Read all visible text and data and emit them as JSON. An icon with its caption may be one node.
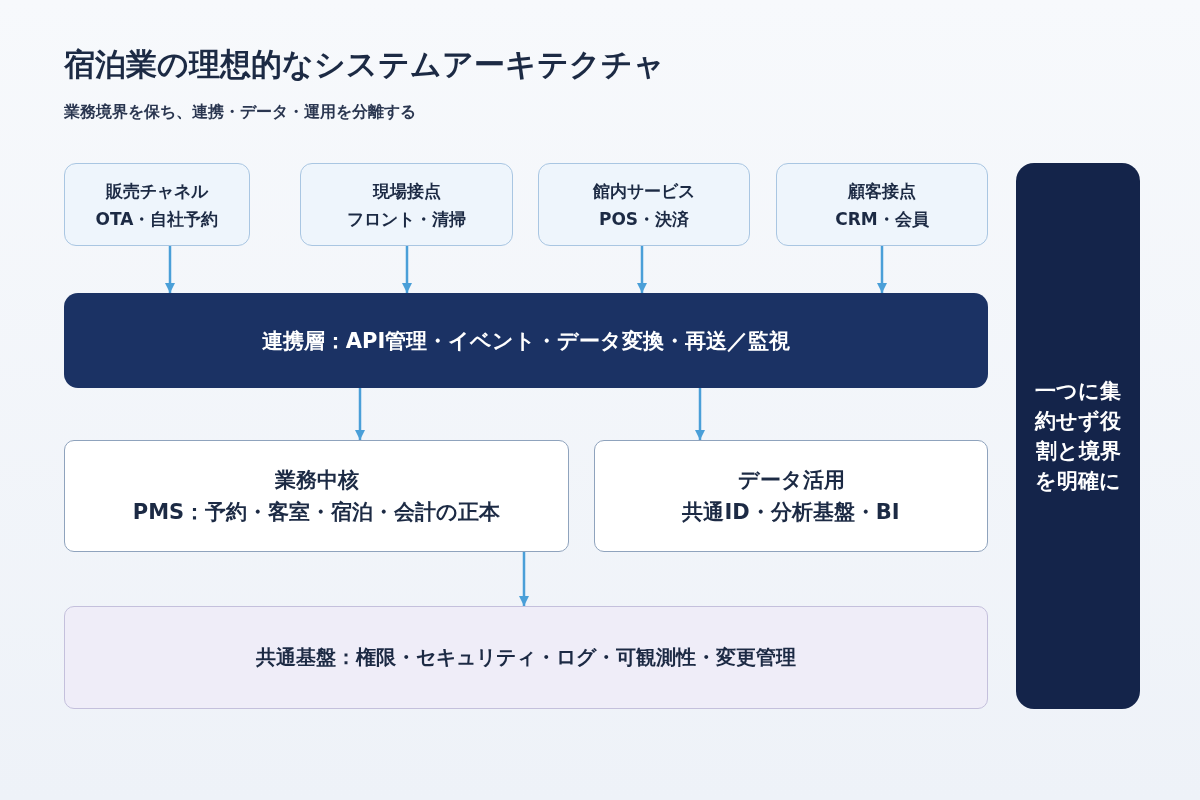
{
  "diagram": {
    "title": "宿泊業の理想的なシステムアーキテクチャ",
    "nodes": [
      {
        "text": [
          "販売チャネル",
          "OTA・自社予約"
        ]
      },
      {
        "text": [
          "現場接点",
          "フロント・清掃"
        ]
      },
      {
        "text": [
          "館内サービス",
          "POS・決済"
        ]
      },
      {
        "text": [
          "顧客接点",
          "CRM・会員"
        ]
      },
      {
        "text": [
          "連携層：API管理・イベント・データ変換・再送／監視"
        ]
      },
      {
        "text": [
          "業務中核",
          "PMS：予約・客室・宿泊・会計の正本"
        ]
      },
      {
        "text": [
          "データ活用",
          "共通ID・分析基盤・BI"
        ]
      },
      {
        "text": [
          "共通基盤：権限・セキュリティ・ログ・可観測性・変更管理"
        ]
      },
      {
        "text": [
          "一つに集約せず役割と境界を明確に"
        ]
      }
    ],
    "edges": [
      {
        "from": 0,
        "to": 4,
        "arrow": "to"
      },
      {
        "from": 1,
        "to": 4,
        "arrow": "to"
      },
      {
        "from": 2,
        "to": 4,
        "arrow": "to"
      },
      {
        "from": 3,
        "to": 4,
        "arrow": "to"
      },
      {
        "from": 4,
        "to": 5,
        "arrow": "to"
      },
      {
        "from": 4,
        "to": 6,
        "arrow": "to"
      },
      {
        "from": 5,
        "to": 7,
        "arrow": "to"
      }
    ],
    "labels": [
      "業務境界を保ち、連携・データ・運用を分離する"
    ]
  }
}
